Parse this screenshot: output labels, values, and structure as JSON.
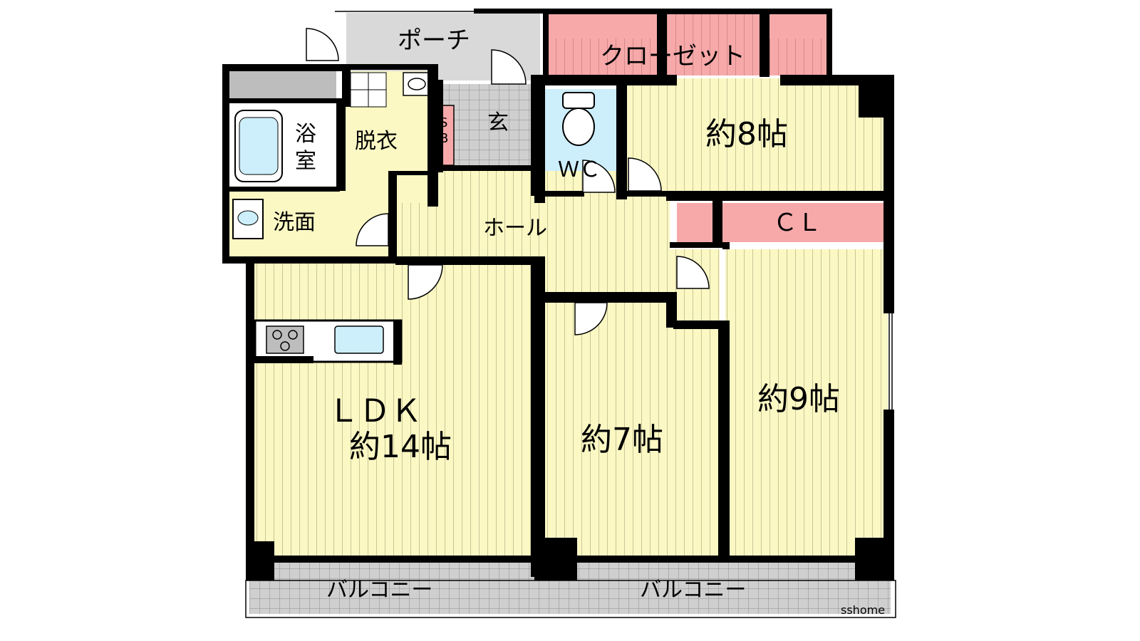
{
  "plan": {
    "colors": {
      "room": "#fbf8c4",
      "stripe": "#b9b58a",
      "closet": "#f7a9a9",
      "closet_stripe": "#c98080",
      "water": "#cdeefb",
      "tile": "#bdbdbd",
      "porch": "#d9d9d9",
      "wall": "#000000"
    },
    "rooms": {
      "ldk_line1": "ＬＤＫ",
      "ldk_line2": "約14帖",
      "room7": "約7帖",
      "room8": "約8帖",
      "room9": "約9帖",
      "hall": "ホール",
      "wc": "ＷＣ",
      "closet_top": "クローゼット",
      "closet_cl": "ＣＬ",
      "genkan": "玄",
      "sb1": "S",
      "sb2": "B",
      "datsui": "脱衣",
      "yoku1": "浴",
      "yoku2": "室",
      "senmen": "洗面",
      "porch": "ポーチ",
      "balcony_left": "バルコニー",
      "balcony_right": "バルコニー"
    },
    "credit": "sshome"
  }
}
